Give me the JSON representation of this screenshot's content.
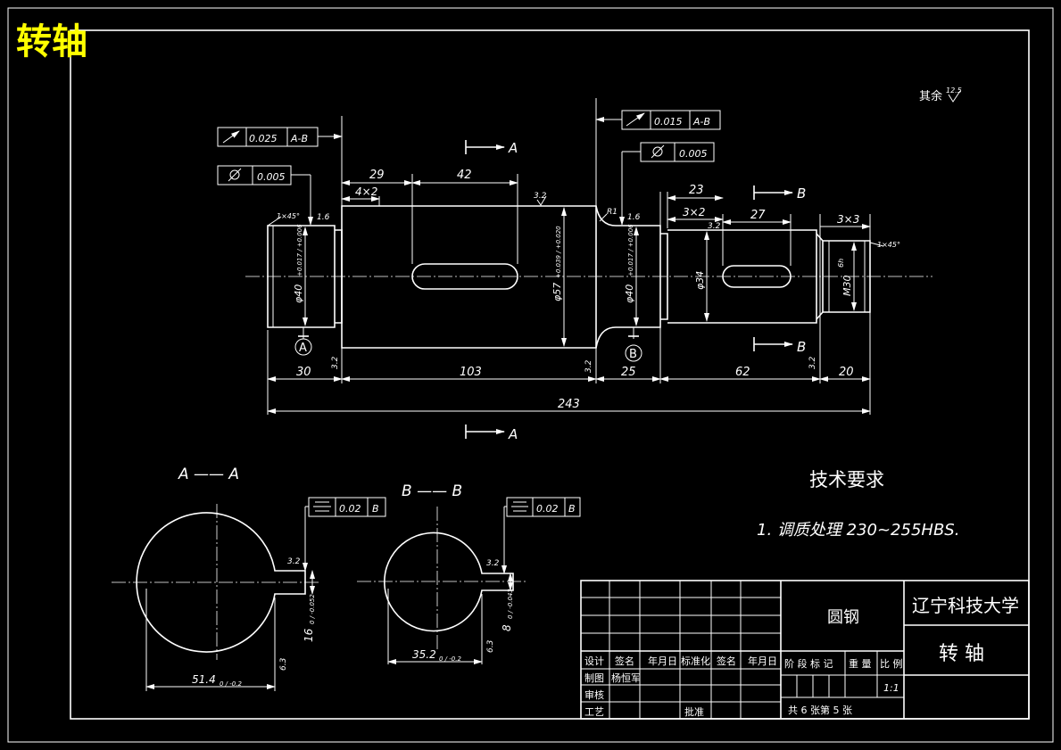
{
  "title": "转轴",
  "roughness_note": "其余",
  "roughness_default": "12.5",
  "tolerances": {
    "runout_left": {
      "value": "0.025",
      "datum": "A-B"
    },
    "cyl_left": {
      "value": "0.005"
    },
    "runout_right": {
      "value": "0.015",
      "datum": "A-B"
    },
    "cyl_right": {
      "value": "0.005"
    },
    "sym_a": {
      "value": "0.02",
      "datum": "B"
    },
    "sym_b": {
      "value": "0.02",
      "datum": "B"
    }
  },
  "dims": {
    "d29": "29",
    "d42": "42",
    "d4x2": "4×2",
    "d23": "23",
    "d3x2": "3×2",
    "d27": "27",
    "d3x3": "3×3",
    "d30": "30",
    "d103": "103",
    "d25": "25",
    "d62": "62",
    "d20": "20",
    "d243": "243",
    "dia_left": "φ40",
    "dia_left_tol": "+0.017 / +0.006",
    "dia_mid": "φ57",
    "dia_mid_tol": "+0.039 / +0.020",
    "dia_right_bearing": "φ40",
    "dia_right_bearing_tol": "+0.017 / +0.006",
    "dia_34": "φ34",
    "thread": "M30",
    "thread_tol": "6h",
    "chamfer_l": "1×45°",
    "chamfer_r": "1×45°",
    "r1": "R1",
    "sec_a_width": "51.4",
    "sec_a_tol": "0 / -0.2",
    "sec_a_key": "16",
    "sec_a_key_tol": "0 / -0.052",
    "sec_b_width": "35.2",
    "sec_b_tol": "0 / -0.2",
    "sec_b_key": "8",
    "sec_b_key_tol": "0 / -0.043",
    "r32": "3.2",
    "r16": "1.6",
    "r63": "6.3"
  },
  "labels": {
    "datum_a": "A",
    "datum_b": "B",
    "section_a": "A",
    "section_b": "B",
    "view_a_title": "A —— A",
    "view_b_title": "B —— B"
  },
  "tech_req": {
    "heading": "技术要求",
    "item1": "1. 调质处理 230~255HBS."
  },
  "titleblock": {
    "material": "圆钢",
    "school": "辽宁科技大学",
    "part": "转  轴",
    "h_design": "设计",
    "h_sign": "签名",
    "h_date": "年月日",
    "h_std": "标准化",
    "h_sign2": "签名",
    "h_date2": "年月日",
    "h_draw": "制图",
    "drawer": "杨恒军",
    "h_check": "审核",
    "h_process": "工艺",
    "h_approve": "批准",
    "h_stage": "阶 段 标 记",
    "h_weight": "重 量",
    "h_scale": "比 例",
    "scale": "1:1",
    "sheets": "共  6  张第  5  张"
  }
}
